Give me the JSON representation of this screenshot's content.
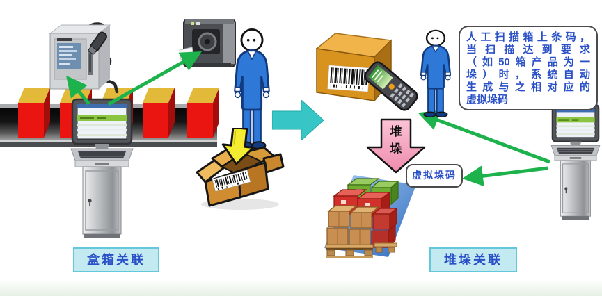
{
  "colors": {
    "green_arrow": "#1db24b",
    "cyan_arrow": "#38c5c5",
    "pink_arrow": "#f2a0bd",
    "red_box": "#ea1410",
    "box_top_yellow": "#e3b93a",
    "carton_orange": "#d8931f",
    "blue_text": "#2a50c8",
    "caption_bg": "#c4eaf1",
    "caption_border": "#62c8da",
    "bubble_border": "#4b4b4b",
    "floor_blue": "#2e6bbf",
    "bottom_bar": "#e7f0e4"
  },
  "left": {
    "caption": "盒箱关联",
    "icons": [
      "inkjet-coder",
      "barcode-label-printer",
      "conveyor-belt",
      "red-product-boxes",
      "touchscreen-kiosk",
      "worker",
      "open-carton-with-barcode",
      "pack-down-arrow"
    ]
  },
  "flow": {
    "transition_icon": "cyan-right-arrow"
  },
  "right": {
    "caption": "堆垛关联",
    "bubble_lines": [
      "人工扫描箱上条码，",
      "当扫描达到要求",
      "（如50箱产品为一",
      "垛）时，系统自动",
      "生成与之相对应的",
      "虚拟垛码"
    ],
    "stack_arrow_text": [
      "堆",
      "垛"
    ],
    "virtual_code_label": "虚拟垛码",
    "icons": [
      "carton-with-barcode",
      "handheld-scanner",
      "worker",
      "pink-stack-arrow",
      "pallet-stack",
      "touchscreen-kiosk"
    ]
  }
}
